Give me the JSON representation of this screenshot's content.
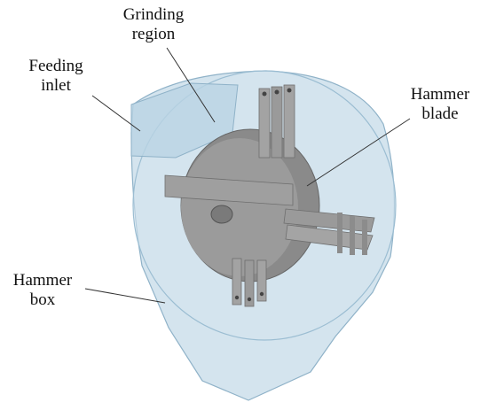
{
  "labels": {
    "grinding_region": [
      "Grinding",
      "region"
    ],
    "feeding_inlet": [
      "Feeding",
      "inlet"
    ],
    "hammer_blade": [
      "Hammer",
      "blade"
    ],
    "hammer_box": [
      "Hammer",
      "box"
    ]
  },
  "colors": {
    "casing_fill": "#c5dbe8",
    "casing_stroke": "#8fb2c8",
    "rotor_fill": "#8a8a8a",
    "rotor_dark": "#6e6e6e",
    "blade_fill": "#9a9a9a",
    "leader_line": "#333333"
  }
}
